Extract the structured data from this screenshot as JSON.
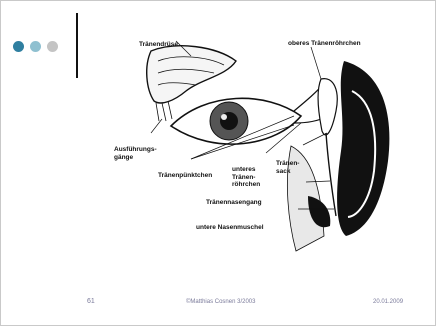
{
  "colors": {
    "dot1": "#2f7fa0",
    "dot2": "#8fc0d0",
    "dot3": "#c4c4c4"
  },
  "figure": {
    "labels": {
      "traenendruese": "Tränendrüse",
      "oberes": "oberes Tränenröhrchen",
      "ausfuehrungs": "Ausführungs-\ngänge",
      "traenen_sack": "Tränen-\nsack",
      "traenenpuenktchen": "Tränenpünktchen",
      "unteres": "unteres\nTränen-\nröhrchen",
      "nasengang": "Tränennasengang",
      "nasenmuschel": "untere Nasenmuschel"
    }
  },
  "footer": {
    "page": "61",
    "copyright": "©Matthias Cosnen 3/2003",
    "date": "20.01.2009"
  }
}
